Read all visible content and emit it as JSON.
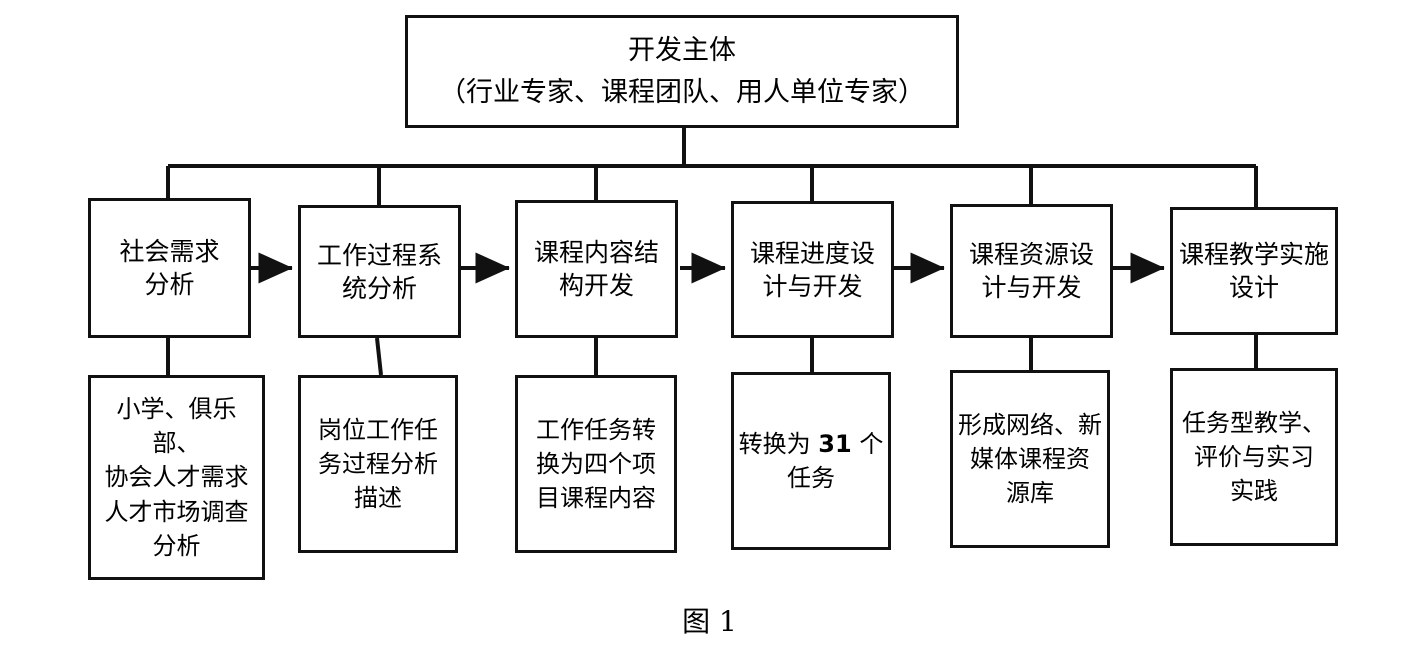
{
  "figure": {
    "caption": "图 1",
    "root": {
      "label": "开发主体\n（行业专家、课程团队、用人单位专家）"
    },
    "stages": [
      {
        "id": "social-demand-analysis",
        "label": "社会需求\n分析"
      },
      {
        "id": "work-process-system-analysis",
        "label": "工作过程系\n统分析"
      },
      {
        "id": "course-content-structure",
        "label": "课程内容结\n构开发"
      },
      {
        "id": "course-schedule-design",
        "label": "课程进度设\n计与开发"
      },
      {
        "id": "course-resource-design",
        "label": "课程资源设\n计与开发"
      },
      {
        "id": "course-teaching-implementation",
        "label": "课程教学实施\n设计"
      }
    ],
    "details": [
      {
        "id": "talent-market-survey",
        "label": "小学、俱乐部、\n协会人才需求\n人才市场调查\n分析"
      },
      {
        "id": "job-task-process",
        "label": "岗位工作任\n务过程分析\n描述"
      },
      {
        "id": "four-project-contents",
        "label": "工作任务转\n换为四个项\n目课程内容"
      },
      {
        "id": "thirtyone-tasks",
        "label": "转换为 31 个\n任务",
        "highlight_number": "31"
      },
      {
        "id": "network-media-resource",
        "label": "形成网络、新\n媒体课程资\n源库"
      },
      {
        "id": "task-based-teaching",
        "label": "任务型教学、\n评价与实习\n实践"
      }
    ],
    "flow": {
      "type": "flowchart",
      "orientation": "top-down-then-left-to-right",
      "root_fanout_count": 6,
      "sequence_arrows": [
        {
          "from": "social-demand-analysis",
          "to": "work-process-system-analysis"
        },
        {
          "from": "work-process-system-analysis",
          "to": "course-content-structure"
        },
        {
          "from": "course-content-structure",
          "to": "course-schedule-design"
        },
        {
          "from": "course-schedule-design",
          "to": "course-resource-design"
        },
        {
          "from": "course-resource-design",
          "to": "course-teaching-implementation"
        }
      ]
    },
    "style": {
      "line_color": "#111111",
      "box_fill": "#ffffff",
      "background": "#ffffff"
    }
  }
}
